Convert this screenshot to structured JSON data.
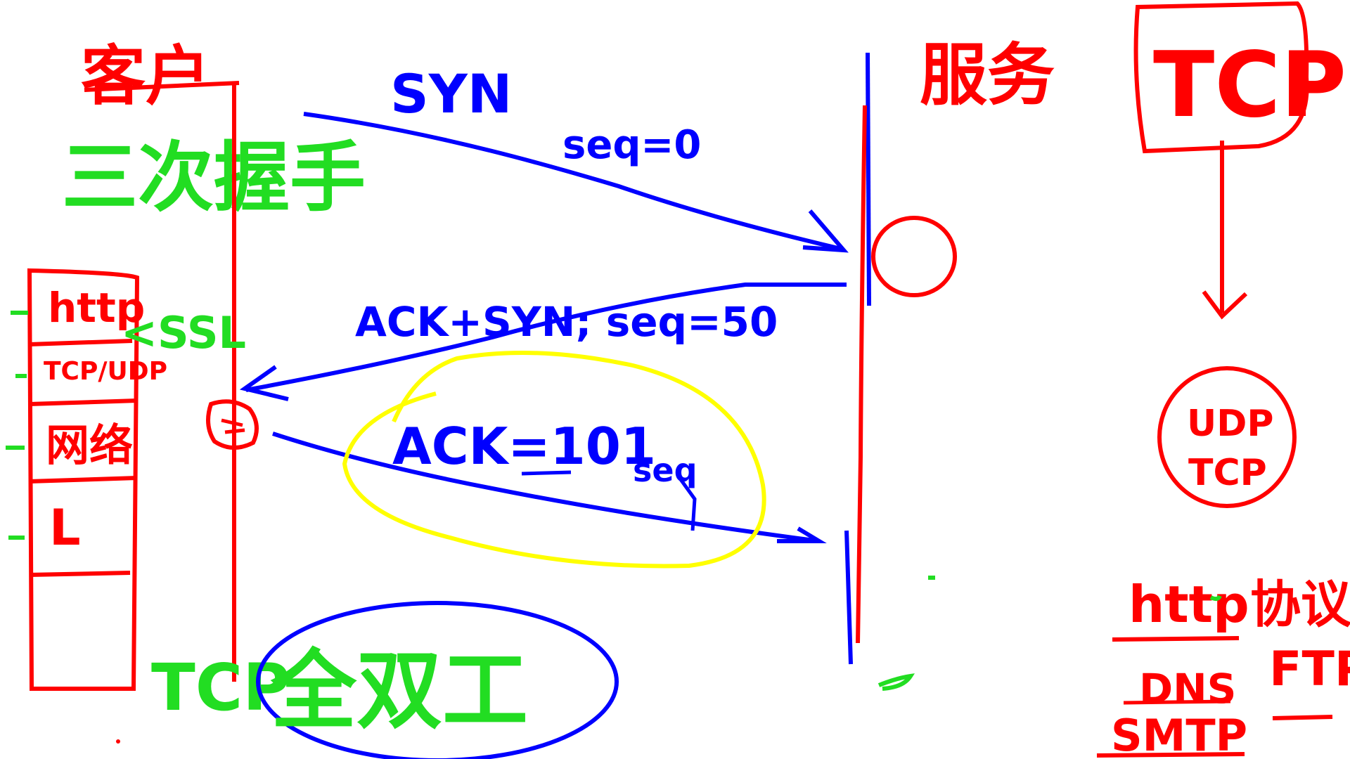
{
  "colors": {
    "red": "#ff0000",
    "blue": "#0000ff",
    "green": "#00cc00",
    "yellow": "#ffff00",
    "background": "#ffffff"
  },
  "labels": {
    "client": "客户",
    "server": "服务",
    "three_way_handshake": "三次握手",
    "tcp_box": "TCP",
    "syn": "SYN",
    "seq_0": "seq=0",
    "ack_syn_seq": "ACK+SYN; seq=50",
    "ack_101": "ACK=101",
    "seq_short": "seq",
    "ssl": "<SSL",
    "tcp_full_duplex_tcp": "TCP",
    "tcp_full_duplex": "全双工",
    "udp": "UDP",
    "tcp_in_circle": "TCP",
    "http_protocol_http": "http",
    "http_protocol_word": "协议",
    "dns": "DNS",
    "ftp": "FTP",
    "smtp": "SMTP"
  },
  "stack_layers": [
    {
      "label": "http"
    },
    {
      "label": "TCP/UDP"
    },
    {
      "label": "网络"
    },
    {
      "label": "L"
    },
    {
      "label": ""
    }
  ]
}
